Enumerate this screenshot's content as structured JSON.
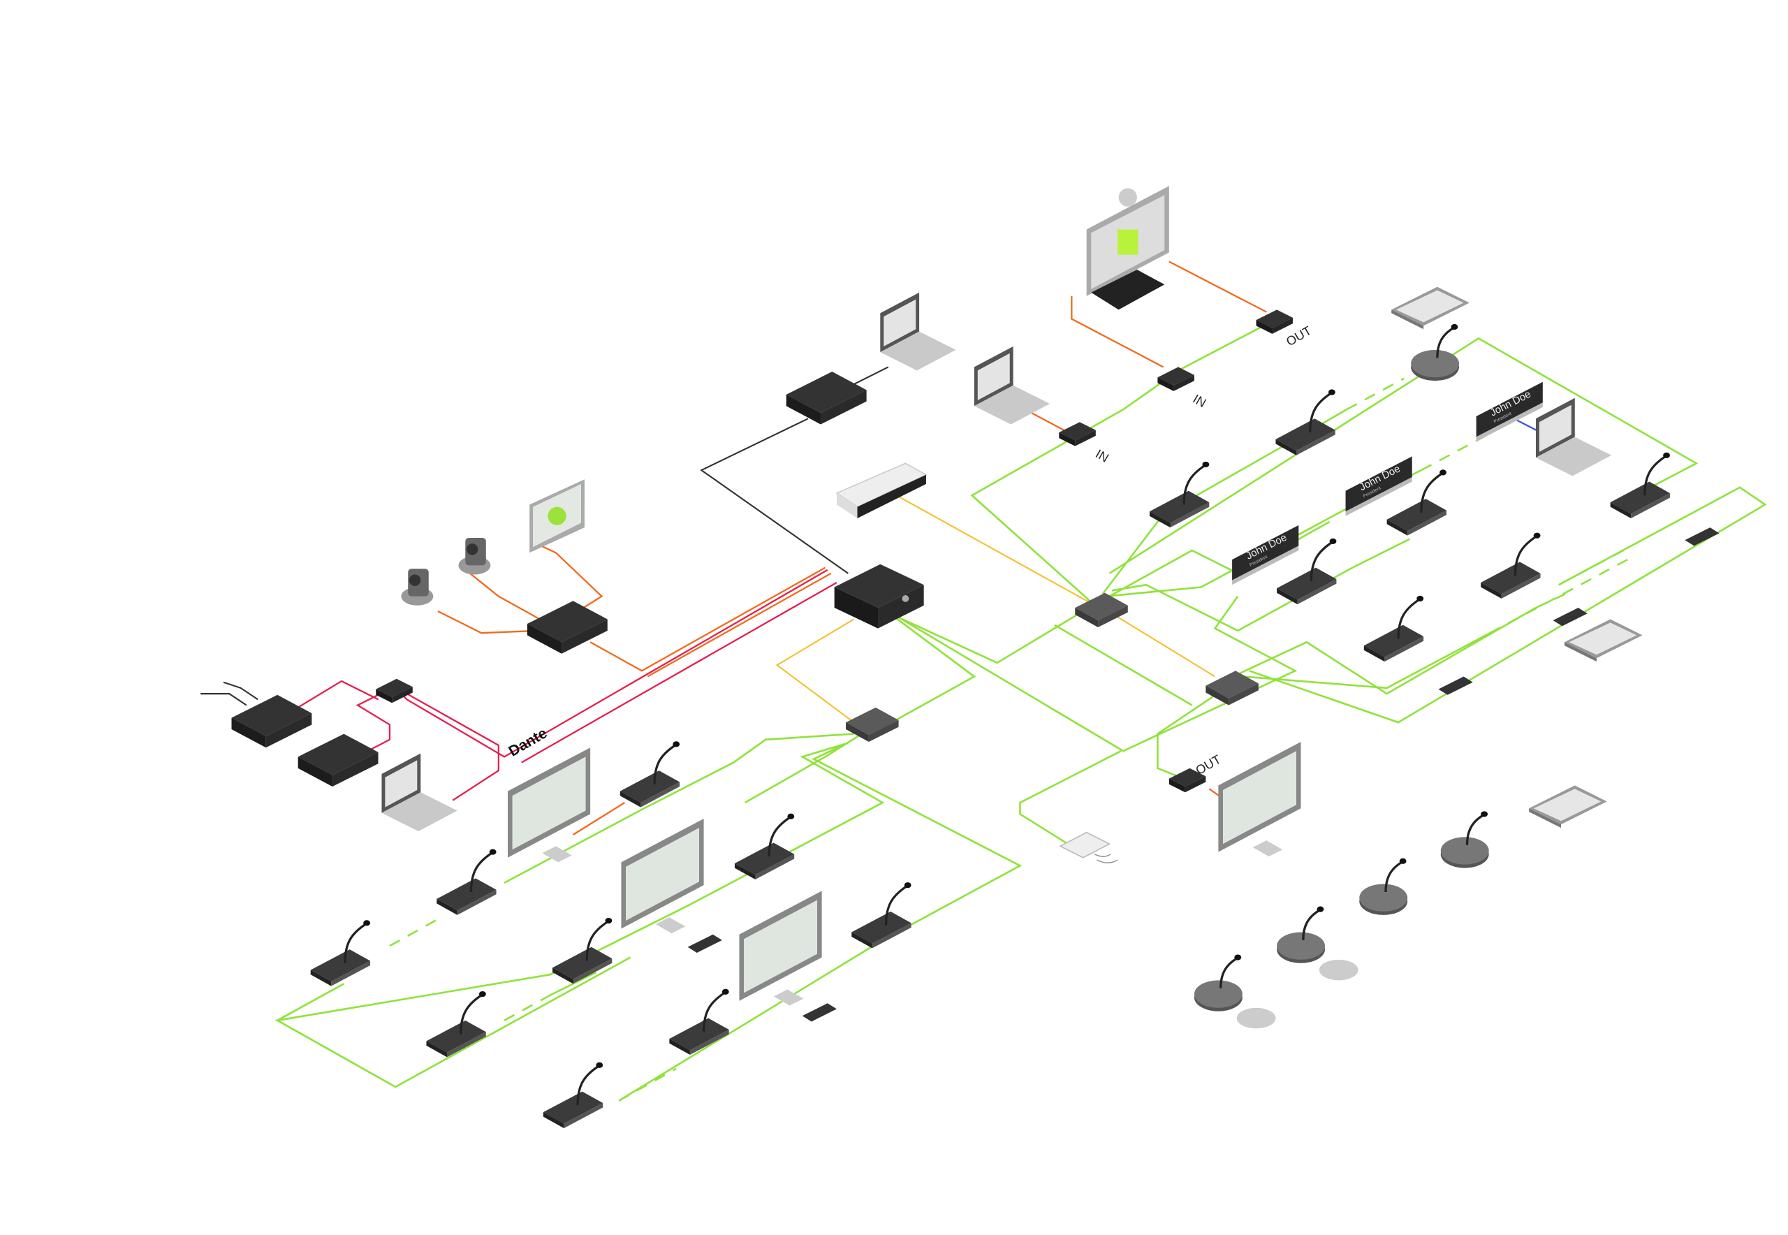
{
  "labels": {
    "in_1": "IN",
    "in_2": "IN",
    "out_1": "OUT",
    "out_2": "OUT",
    "dante_logo": "Dante"
  },
  "name_tags": [
    {
      "name": "John Doe",
      "role": "President"
    },
    {
      "name": "John Doe",
      "role": "President"
    },
    {
      "name": "John Doe",
      "role": "President"
    }
  ],
  "colors": {
    "conference_network": "#8fe33a",
    "video": "#f26a1b",
    "dante": "#e3214f",
    "control": "#333333",
    "audio": "#f2c230",
    "display_link": "#3a5bc7"
  }
}
